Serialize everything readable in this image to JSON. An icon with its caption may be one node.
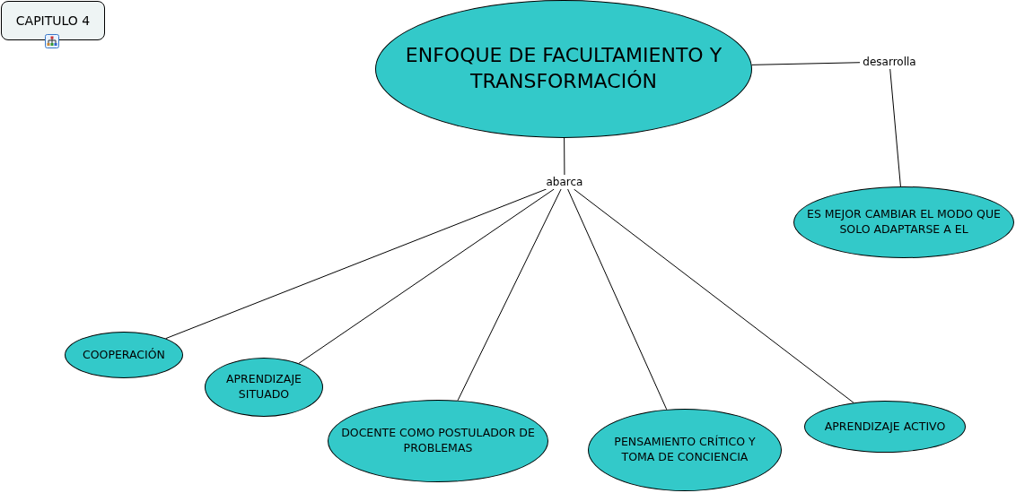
{
  "diagram": {
    "nodes": [
      {
        "text": [
          "CAPITULO 4"
        ]
      },
      {
        "text": [
          "ENFOQUE DE FACULTAMIENTO Y TRANSFORMACIÓN"
        ]
      },
      {
        "text": [
          "abarca"
        ]
      },
      {
        "text": [
          "desarrolla"
        ]
      },
      {
        "text": [
          "ES MEJOR CAMBIAR EL MODO QUE SOLO ADAPTARSE A EL"
        ]
      },
      {
        "text": [
          "COOPERACIÓN"
        ]
      },
      {
        "text": [
          "APRENDIZAJE SITUADO"
        ]
      },
      {
        "text": [
          "DOCENTE COMO POSTULADOR DE PROBLEMAS"
        ]
      },
      {
        "text": [
          "PENSAMIENTO CRÍTICO Y TOMA DE CONCIENCIA"
        ]
      },
      {
        "text": [
          "APRENDIZAJE ACTIVO"
        ]
      }
    ],
    "edges": [
      {
        "from": 1,
        "to": 2,
        "arrow": "none"
      },
      {
        "from": 2,
        "to": 5,
        "arrow": "none"
      },
      {
        "from": 2,
        "to": 6,
        "arrow": "none"
      },
      {
        "from": 2,
        "to": 7,
        "arrow": "none"
      },
      {
        "from": 2,
        "to": 8,
        "arrow": "none"
      },
      {
        "from": 2,
        "to": 9,
        "arrow": "none"
      },
      {
        "from": 1,
        "to": 3,
        "arrow": "none"
      },
      {
        "from": 3,
        "to": 4,
        "arrow": "none"
      }
    ]
  }
}
